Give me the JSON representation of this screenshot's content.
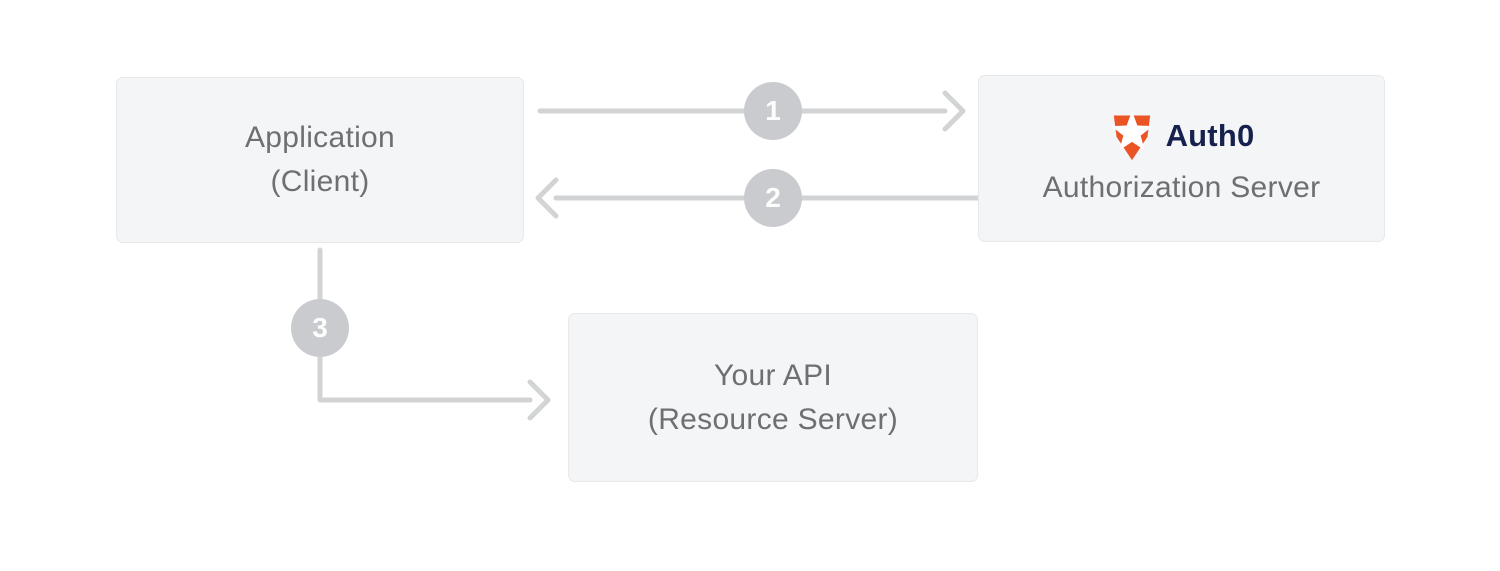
{
  "nodes": {
    "application": {
      "line1": "Application",
      "line2": "(Client)"
    },
    "auth0": {
      "brand": "Auth0",
      "label": "Authorization Server"
    },
    "api": {
      "line1": "Your API",
      "line2": "(Resource Server)"
    }
  },
  "steps": [
    {
      "number": "1"
    },
    {
      "number": "2"
    },
    {
      "number": "3"
    }
  ],
  "colors": {
    "node_fill": "#f4f5f6",
    "node_border": "#e6e8ea",
    "node_text": "#6e6f71",
    "connector": "#d1d3d5",
    "step_badge_fill": "#c9cbce",
    "step_number": "#fdfdfd",
    "auth0_orange": "#EB5424",
    "auth0_navy": "#16214D"
  }
}
